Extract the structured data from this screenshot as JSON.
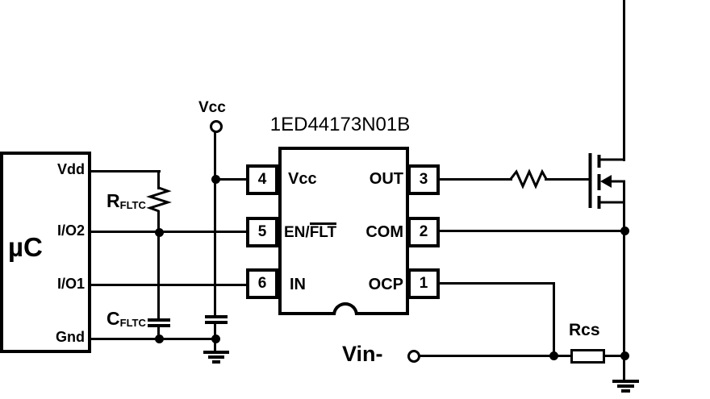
{
  "mcu": {
    "label": "µC",
    "pins": {
      "vdd": "Vdd",
      "io2": "I/O2",
      "io1": "I/O1",
      "gnd": "Gnd"
    }
  },
  "ic": {
    "part_number": "1ED44173N01B",
    "pins": {
      "p4": {
        "num": "4",
        "name": "Vcc"
      },
      "p5": {
        "num": "5",
        "name_pre": "EN/",
        "name_bar": "FLT"
      },
      "p6": {
        "num": "6",
        "name": "IN"
      },
      "p3": {
        "num": "3",
        "name": "OUT"
      },
      "p2": {
        "num": "2",
        "name": "COM"
      },
      "p1": {
        "num": "1",
        "name": "OCP"
      }
    }
  },
  "labels": {
    "vcc_supply": "Vcc",
    "vin_minus": "Vin-",
    "rcs": "Rcs",
    "rfltc_base": "R",
    "rfltc_sub": "FLTC",
    "cfltc_base": "C",
    "cfltc_sub": "FLTC"
  },
  "colors": {
    "line": "#000000",
    "background": "#ffffff",
    "text": "#000000"
  }
}
